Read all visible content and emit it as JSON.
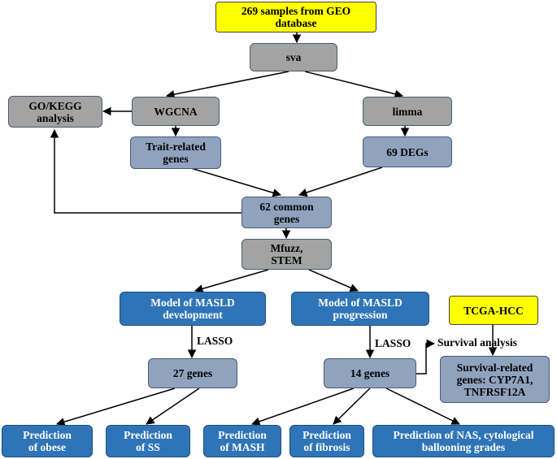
{
  "nodes": {
    "geo": "269 samples from GEO\ndatabase",
    "sva": "sva",
    "go_kegg": "GO/KEGG\nanalysis",
    "wgcna": "WGCNA",
    "limma": "limma",
    "trait_genes": "Trait-related\ngenes",
    "degs": "69 DEGs",
    "common": "62 common\ngenes",
    "mfuzz": "Mfuzz,\nSTEM",
    "model_dev": "Model of MASLD\ndevelopment",
    "model_prog": "Model of MASLD\nprogression",
    "tcga": "TCGA-HCC",
    "genes27": "27 genes",
    "genes14": "14 genes",
    "survival_genes": "Survival-related\ngenes: CYP7A1,\nTNFRSF12A",
    "pred_obese": "Prediction\nof obese",
    "pred_ss": "Prediction\nof SS",
    "pred_mash": "Prediction\nof MASH",
    "pred_fibrosis": "Prediction\nof fibrosis",
    "pred_nas": "Prediction of NAS, cytological\nballooning grades"
  },
  "labels": {
    "lasso_left": "LASSO",
    "lasso_right": "LASSO",
    "survival_analysis": "Survival analysis"
  },
  "colors": {
    "gray_box": "#a3a3a3",
    "light_box": "#8fa3bf",
    "blue_box": "#2e74b7",
    "yellow_box": "#ffff00"
  }
}
